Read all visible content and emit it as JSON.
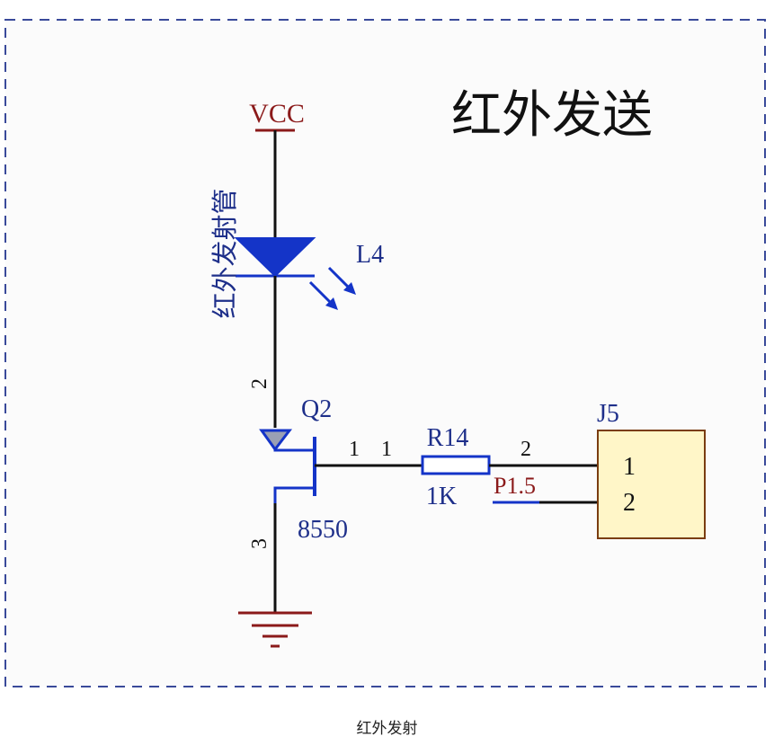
{
  "diagram": {
    "title": "红外发送",
    "power_label": "VCC",
    "emitter_vertical_label": "红外发射管",
    "led_ref": "L4",
    "transistor_ref": "Q2",
    "transistor_part": "8550",
    "pin_emitter": "2",
    "pin_collector": "3",
    "pin_base_left": "1",
    "pin_base_right": "1",
    "resistor_ref": "R14",
    "resistor_value": "1K",
    "resistor_pin": "2",
    "net_label": "P1.5",
    "connector_ref": "J5",
    "connector_pin1": "1",
    "connector_pin2": "2"
  },
  "caption": "红外发射",
  "colors": {
    "wire": "#111111",
    "component": "#1434c8",
    "power": "#8b1a1a",
    "label_blue": "#1e2f8a",
    "connector_fill": "#fff6c8",
    "connector_stroke": "#7a3d10",
    "frame": "#3a4a9a",
    "sheet_bg": "#fbfbfb",
    "transistor_arrow": "#9aa0b4"
  }
}
